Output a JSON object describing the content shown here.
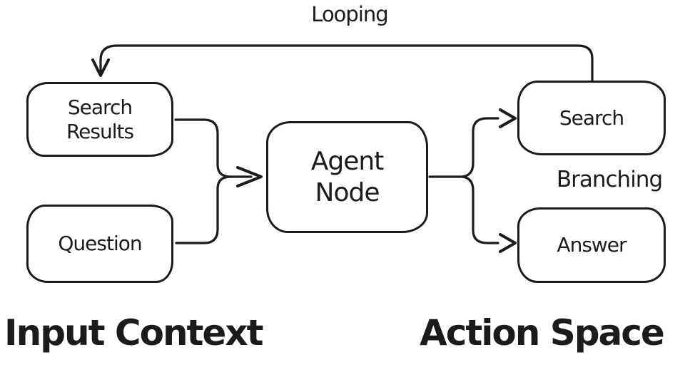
{
  "canvas": {
    "background": "#ffffff",
    "stroke_color": "#1b1b1b"
  },
  "nodes": {
    "search_results": {
      "line1": "Search",
      "line2": "Results"
    },
    "question": {
      "label": "Question"
    },
    "agent_node": {
      "line1": "Agent",
      "line2": "Node"
    },
    "search": {
      "label": "Search"
    },
    "answer": {
      "label": "Answer"
    }
  },
  "edge_labels": {
    "looping": "Looping",
    "branching": "Branching"
  },
  "section_labels": {
    "input_context": "Input Context",
    "action_space": "Action Space"
  },
  "edges": [
    {
      "from": "search_results",
      "to": "agent_node"
    },
    {
      "from": "question",
      "to": "agent_node"
    },
    {
      "from": "agent_node",
      "to": "search"
    },
    {
      "from": "agent_node",
      "to": "answer"
    },
    {
      "from": "search",
      "to": "search_results",
      "label": "Looping"
    }
  ]
}
